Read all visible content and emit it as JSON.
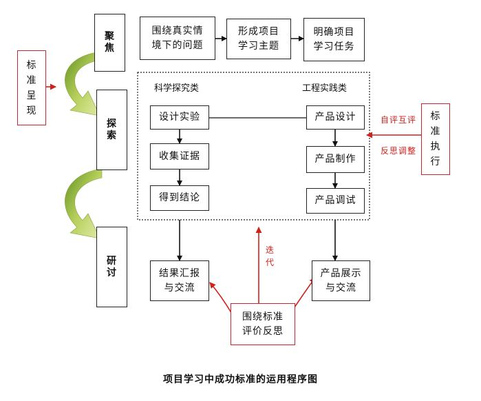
{
  "stages": {
    "focus": "聚\n焦",
    "explore": "探\n索",
    "discuss": "研\n讨"
  },
  "boxes": {
    "real_problem": "围绕真实情\n境下的问题",
    "topic": "形成项目\n学习主题",
    "task": "明确项目\n学习任务",
    "design_experiment": "设计实验",
    "collect_evidence": "收集证据",
    "conclusion": "得到结论",
    "product_design": "产品设计",
    "product_make": "产品制作",
    "product_debug": "产品调试",
    "report": "结果汇报\n与交流",
    "showcase": "产品展示\n与交流",
    "evaluate": "围绕标准\n评价反思",
    "standard_present": "标\n准\n呈\n现",
    "standard_execute": "标\n准\n执\n行"
  },
  "labels": {
    "science": "科学探究类",
    "engineering": "工程实践类",
    "self_eval": "自评互评",
    "reflect": "反思调整",
    "iterate": "迭\n代"
  },
  "caption": "项目学习中成功标准的运用程序图",
  "colors": {
    "red": "#d0211c",
    "green_light": "#c4d86a",
    "green_dark": "#5f8f22",
    "border": "#222222"
  }
}
